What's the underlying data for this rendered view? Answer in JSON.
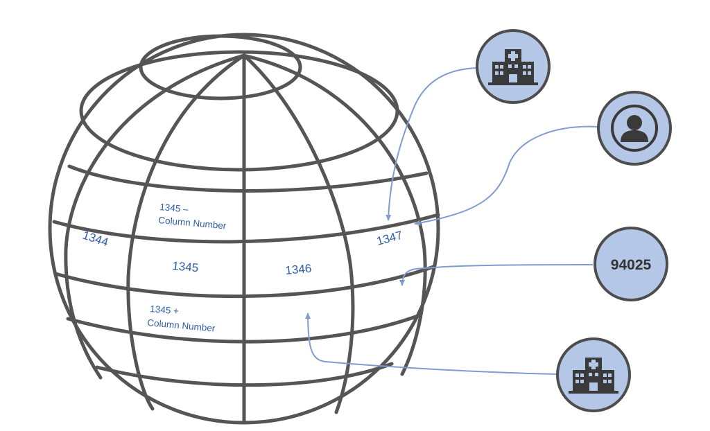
{
  "cells": {
    "c1344": "1344",
    "c1345": "1345",
    "c1346": "1346",
    "c1347": "1347",
    "minus_line1": "1345 –",
    "minus_line2": "Column Number",
    "plus_line1": "1345 +",
    "plus_line2": "Column Number"
  },
  "badges": {
    "hospital_top": {
      "icon": "hospital-icon"
    },
    "person": {
      "icon": "person-icon"
    },
    "zip": {
      "label": "94025"
    },
    "hospital_bottom": {
      "icon": "hospital-icon"
    }
  },
  "colors": {
    "grid": "#555555",
    "label": "#2f5fa8",
    "connector": "#7f9ccc",
    "badge_fill": "#b4c7e7",
    "badge_stroke": "#4d4d4d"
  }
}
